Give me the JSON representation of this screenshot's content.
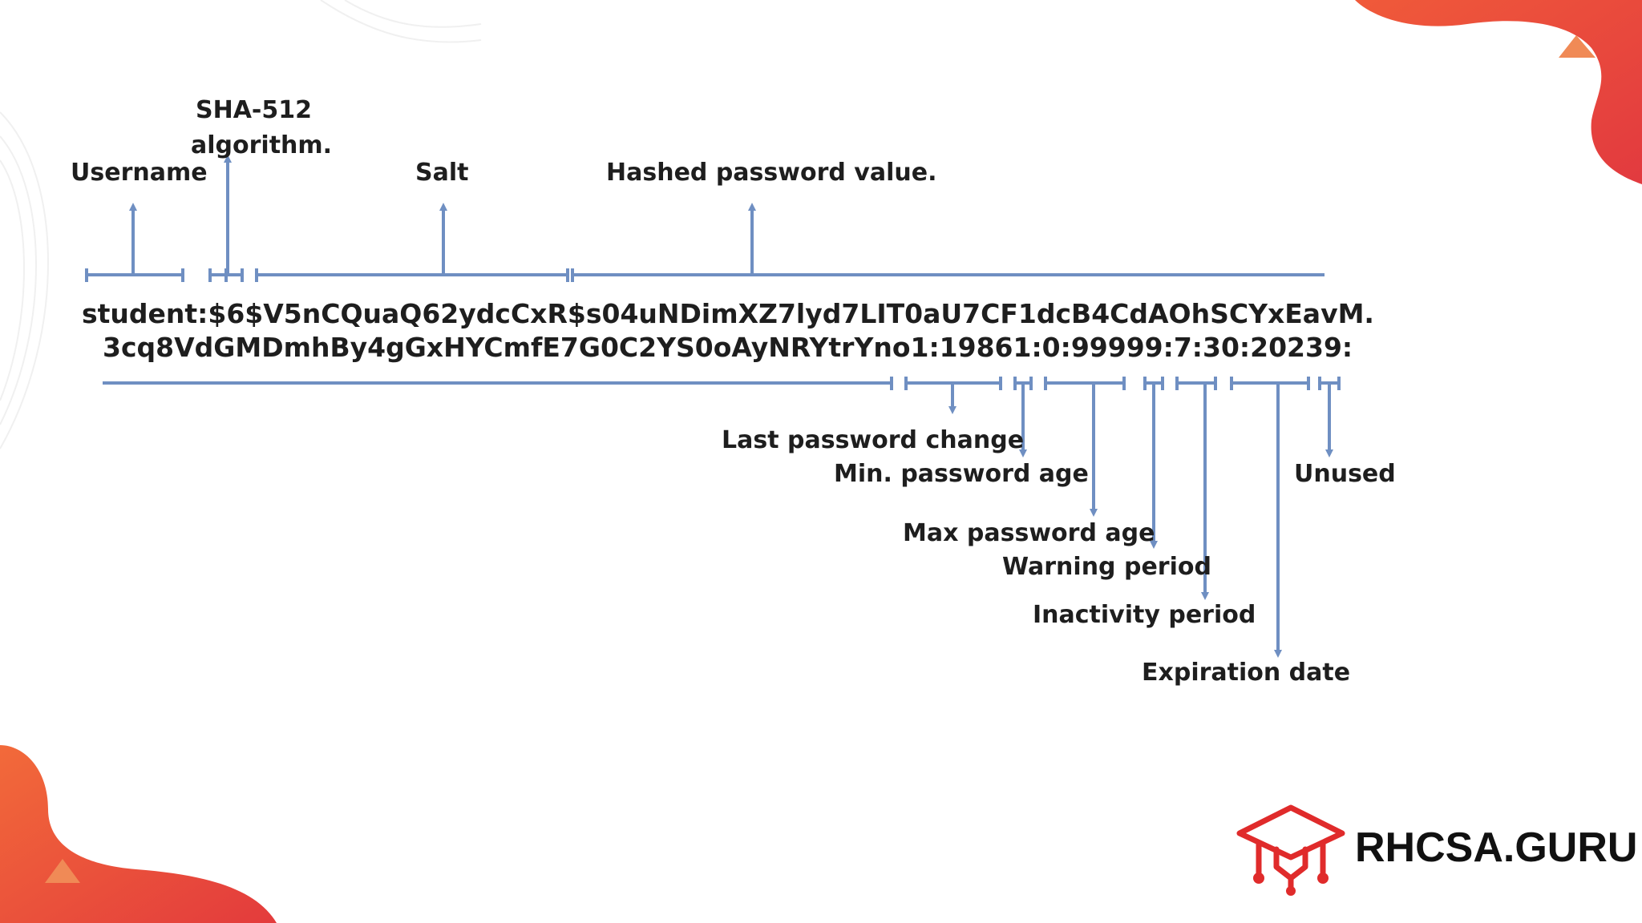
{
  "entry": {
    "line1": "student:$6$V5nCQuaQ62ydcCxR$s04uNDimXZ7lyd7LIT0aU7CF1dcB4CdAOhSCYxEavM.",
    "line2": "3cq8VdGMDmhBy4gGxHYCmfE7G0C2YS0oAyNRYtrYno1:19861:0:99999:7:30:20239:"
  },
  "top_labels": {
    "username": "Username",
    "algorithm_line1": "SHA-512",
    "algorithm_line2": "algorithm.",
    "salt": "Salt",
    "hash": "Hashed password value."
  },
  "bottom_labels": {
    "last_change": "Last password change",
    "min_age": "Min. password age",
    "max_age": "Max password age",
    "warning": "Warning period",
    "inactivity": "Inactivity period",
    "expiration": "Expiration date",
    "unused": "Unused"
  },
  "brand": {
    "name": "RHCSA.GURU"
  },
  "colors": {
    "arrow": "#6f8fc2",
    "text": "#1e1e1e",
    "accent_red": "#e8453c",
    "accent_orange": "#f07a4a"
  },
  "icons": {
    "logo": "graduation-cap-circuit-icon"
  }
}
